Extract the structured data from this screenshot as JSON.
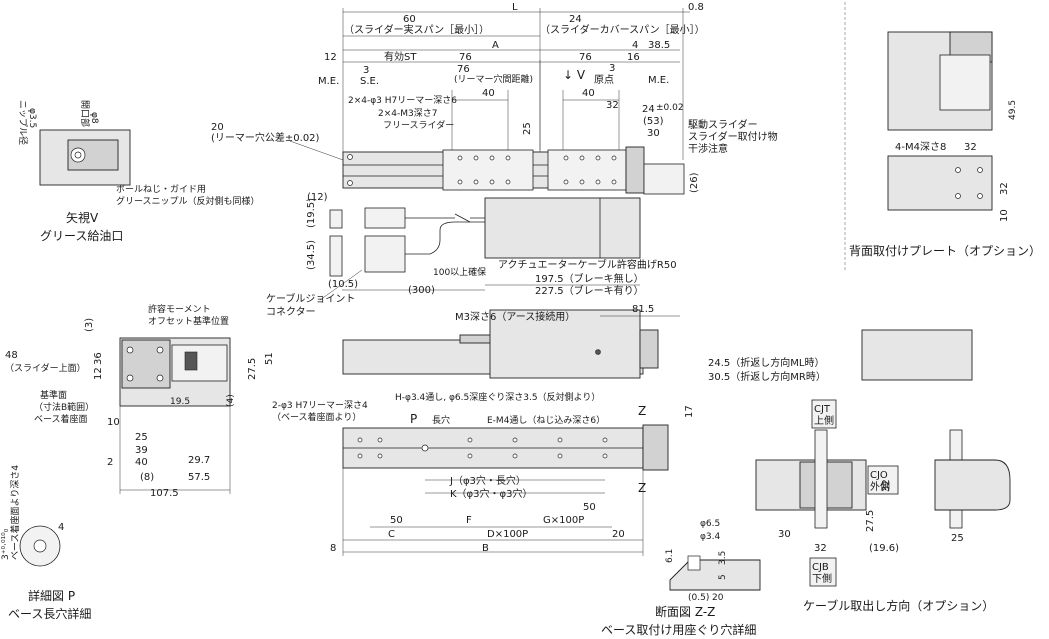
{
  "top_labels": {
    "L": "L",
    "d0_8": "0.8",
    "d60": "60",
    "d24": "24",
    "slider_span": "（スライダー実スパン［最小］）",
    "cover_span": "（スライダーカバースパン［最小］）",
    "d12": "12",
    "eff_st": "有効ST",
    "A": "A",
    "d4": "4",
    "d38_5": "38.5",
    "d3a": "3",
    "d76a": "76",
    "d76b": "76",
    "d76c": "76",
    "d3b": "3",
    "d16": "16",
    "me_left": "M.E.",
    "se": "S.E.",
    "reamer_pitch": "(リーマー穴間距離)",
    "v_arrow": "↓ V",
    "origin": "原点",
    "me_right": "M.E.",
    "reamer_holes": "2×4-φ3 H7リーマー深さ6",
    "m3_holes": "2×4-M3深さ7",
    "free_slider": "フリースライダー",
    "d40a": "40",
    "d40b": "40",
    "d32": "32",
    "d24b": "24",
    "tol_002": "±0.02",
    "d53": "(53)",
    "d30": "30",
    "d25": "25",
    "d20": "20",
    "reamer_tol": "(リーマー穴公差±0.02)",
    "drive_slider": "駆動スライダー",
    "slider_mount": "スライダー取付け物",
    "interference": "干渉注意",
    "d26": "(26)"
  },
  "cable": {
    "d12": "(12)",
    "d19_5": "(19.5)",
    "d34_5": "(34.5)",
    "d10_5": "(10.5)",
    "d100": "100以上確保",
    "d300": "(300)",
    "bend": "アクチュエーターケーブル許容曲げR50",
    "d197": "197.5（ブレーキ無し）",
    "d227": "227.5（ブレーキ有り）",
    "joint": "ケーブルジョイント",
    "connector": "コネクター"
  },
  "view_v": {
    "phi35": "φ3.5",
    "nipple": "ニップル径",
    "phi8": "φ8",
    "opening": "開口部",
    "nipple_note1": "ボールねじ・ガイド用",
    "nipple_note2": "グリースニップル（反対側も同様）",
    "title1": "矢視V",
    "title2": "グリース給油口"
  },
  "end_view": {
    "moment1": "許容モーメント",
    "moment2": "オフセット基準位置",
    "d3": "(3)",
    "d48": "48",
    "d48_note": "（スライダー上面）",
    "d36": "36",
    "d12": "12",
    "d27_5": "27.5",
    "d51": "51",
    "base_ref": "基準面",
    "base_ref2": "（寸法B範囲）",
    "base_mount": "ベース着座面",
    "d4": "(4)",
    "d19_5": "19.5",
    "d10": "10",
    "d25": "25",
    "d39": "39",
    "d2": "2",
    "d40": "40",
    "d29_7": "29.7",
    "d8": "(8)",
    "d57_5": "57.5",
    "d107_5": "107.5"
  },
  "side_view": {
    "d81_5": "81.5",
    "m3_earth": "M3深さ6（アース接続用）",
    "ml": "24.5（折返し方向ML時）",
    "mr": "30.5（折返し方向MR時）"
  },
  "bottom_view": {
    "reamer": "2-φ3 H7リーマー深さ4",
    "reamer2": "（ベース着座面より）",
    "h_holes": "H-φ3.4通し, φ6.5深座ぐり深さ3.5（反対側より）",
    "P": "P",
    "slot": "長穴",
    "e_holes": "E-M4通し（ねじ込み深さ6）",
    "Z1": "Z",
    "Z2": "Z",
    "d17": "17",
    "J": "J（φ3穴・長穴）",
    "K": "K（φ3穴・φ3穴）",
    "d50a": "50",
    "d50b": "50",
    "F": "F",
    "G": "G×100P",
    "C": "C",
    "D": "D×100P",
    "d20": "20",
    "B": "B",
    "d8": "8"
  },
  "detail_p": {
    "tol": "3⁺⁰·⁰¹⁰₀",
    "depth": "ベース着座面より深さ4",
    "d4": "4",
    "title1": "詳細図 P",
    "title2": "ベース長穴詳細"
  },
  "section_zz": {
    "phi65": "φ6.5",
    "phi34": "φ3.4",
    "d6_1": "6.1",
    "d3_5": "3.5",
    "d5": "5",
    "d0_5": "(0.5)",
    "d20": "20",
    "title1": "断面図 Z-Z",
    "title2": "ベース取付け用座ぐり穴詳細"
  },
  "back_plate": {
    "d49_5": "49.5",
    "m4": "4-M4深さ8",
    "d32a": "32",
    "d32b": "32",
    "d10": "10",
    "title": "背面取付けプレート（オプション）"
  },
  "cable_dir": {
    "cjt": "CJT",
    "cjt2": "上側",
    "cjo": "CJO",
    "cjo2": "外側",
    "cjb": "CJB",
    "cjb2": "下側",
    "d32a": "32",
    "d27_5": "27.5",
    "d30": "30",
    "d32b": "32",
    "d19_6": "(19.6)",
    "d25": "25",
    "title": "ケーブル取出し方向（オプション）"
  }
}
